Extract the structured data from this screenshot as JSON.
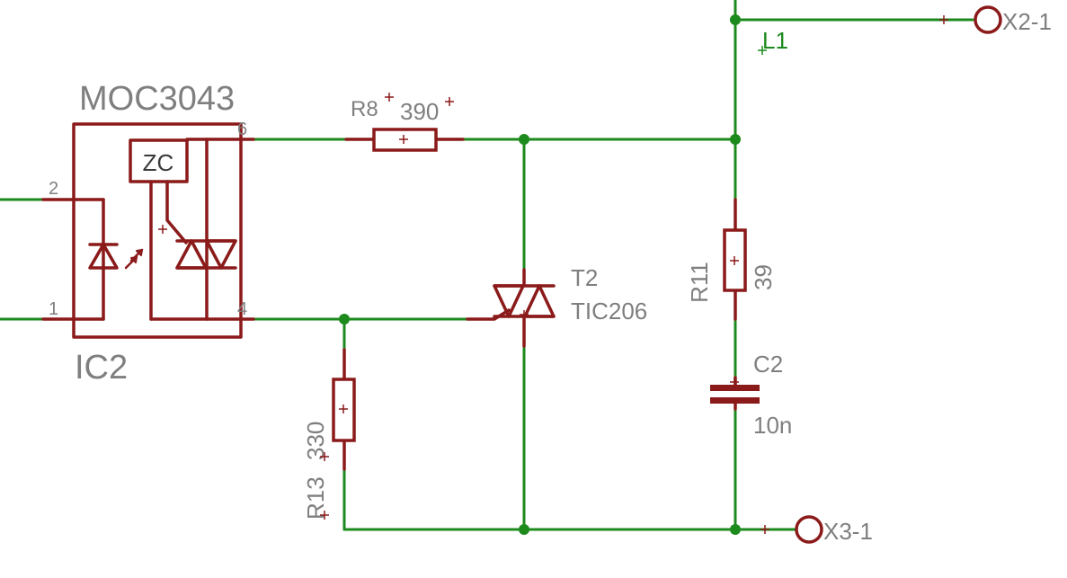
{
  "ic2": {
    "part_number": "MOC3043",
    "name": "IC2",
    "zc_label": "ZC",
    "pin_2": "2",
    "pin_1": "1",
    "pin_6": "6",
    "pin_4": "4"
  },
  "r8": {
    "name": "R8",
    "value": "390"
  },
  "t2": {
    "name": "T2",
    "value": "TIC206"
  },
  "r11": {
    "name": "R11",
    "value": "39"
  },
  "c2": {
    "name": "C2",
    "value": "10n"
  },
  "r13": {
    "name": "R13",
    "value": "330"
  },
  "l1": {
    "name": "L1"
  },
  "x2": {
    "name": "X2-1"
  },
  "x3": {
    "name": "X3-1"
  },
  "colors": {
    "wire": "#1c8a1c",
    "component": "#8b1a1a",
    "label": "#7f7f7f",
    "background": "#ffffff"
  }
}
